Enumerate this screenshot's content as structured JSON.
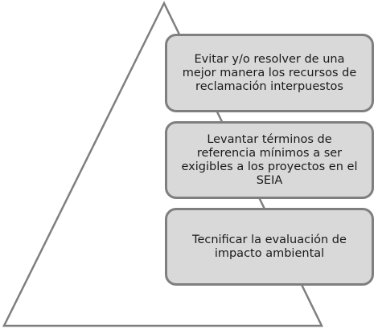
{
  "diagram": {
    "colors": {
      "outline": "#7f7f7f",
      "box_fill": "#d9d9d9",
      "text": "#1a1a1a"
    },
    "boxes": [
      {
        "label": "Evitar y/o resolver de una mejor manera los recursos de reclamación interpuestos"
      },
      {
        "label": "Levantar términos de referencia mínimos a ser exigibles a los proyectos en el SEIA"
      },
      {
        "label": "Tecnificar la evaluación de impacto ambiental"
      }
    ]
  }
}
